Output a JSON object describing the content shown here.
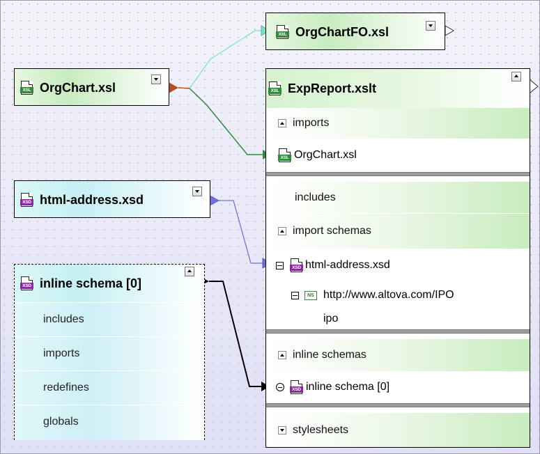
{
  "nodes": {
    "orgchartfo": {
      "title": "OrgChartFO.xsl",
      "icon": "xsl-file-icon",
      "icon_tag": "XSL"
    },
    "orgchart": {
      "title": "OrgChart.xsl",
      "icon": "xsl-file-icon",
      "icon_tag": "XSL"
    },
    "html_address": {
      "title": "html-address.xsd",
      "icon": "xsd-file-icon",
      "icon_tag": "XSD"
    },
    "inline_schema": {
      "title": "inline schema [0]",
      "icon": "xsd-file-icon",
      "icon_tag": "XSD",
      "rows": [
        "includes",
        "imports",
        "redefines",
        "globals"
      ]
    },
    "expreport": {
      "title": "ExpReport.xslt",
      "icon": "xsl-file-icon",
      "icon_tag": "XSL",
      "sections": {
        "imports": {
          "label": "imports",
          "items": [
            "OrgChart.xsl"
          ]
        },
        "includes": {
          "label": "includes"
        },
        "import_schemas": {
          "label": "import schemas",
          "file": "html-address.xsd",
          "namespace_badge": "NS",
          "namespace": "http://www.altova.com/IPO",
          "prefix": "ipo"
        },
        "inline_schemas": {
          "label": "inline schemas",
          "item": "inline schema [0]"
        },
        "stylesheets": {
          "label": "stylesheets"
        }
      }
    }
  },
  "connector_colors": {
    "orgchartfo_link": "#7ee0c0",
    "orgchart_imports_link": "#2e8b3a",
    "orgchart_output_pin": "#b5501e",
    "html_address_link": "#7070e0",
    "inline_schema_link": "#000000"
  }
}
